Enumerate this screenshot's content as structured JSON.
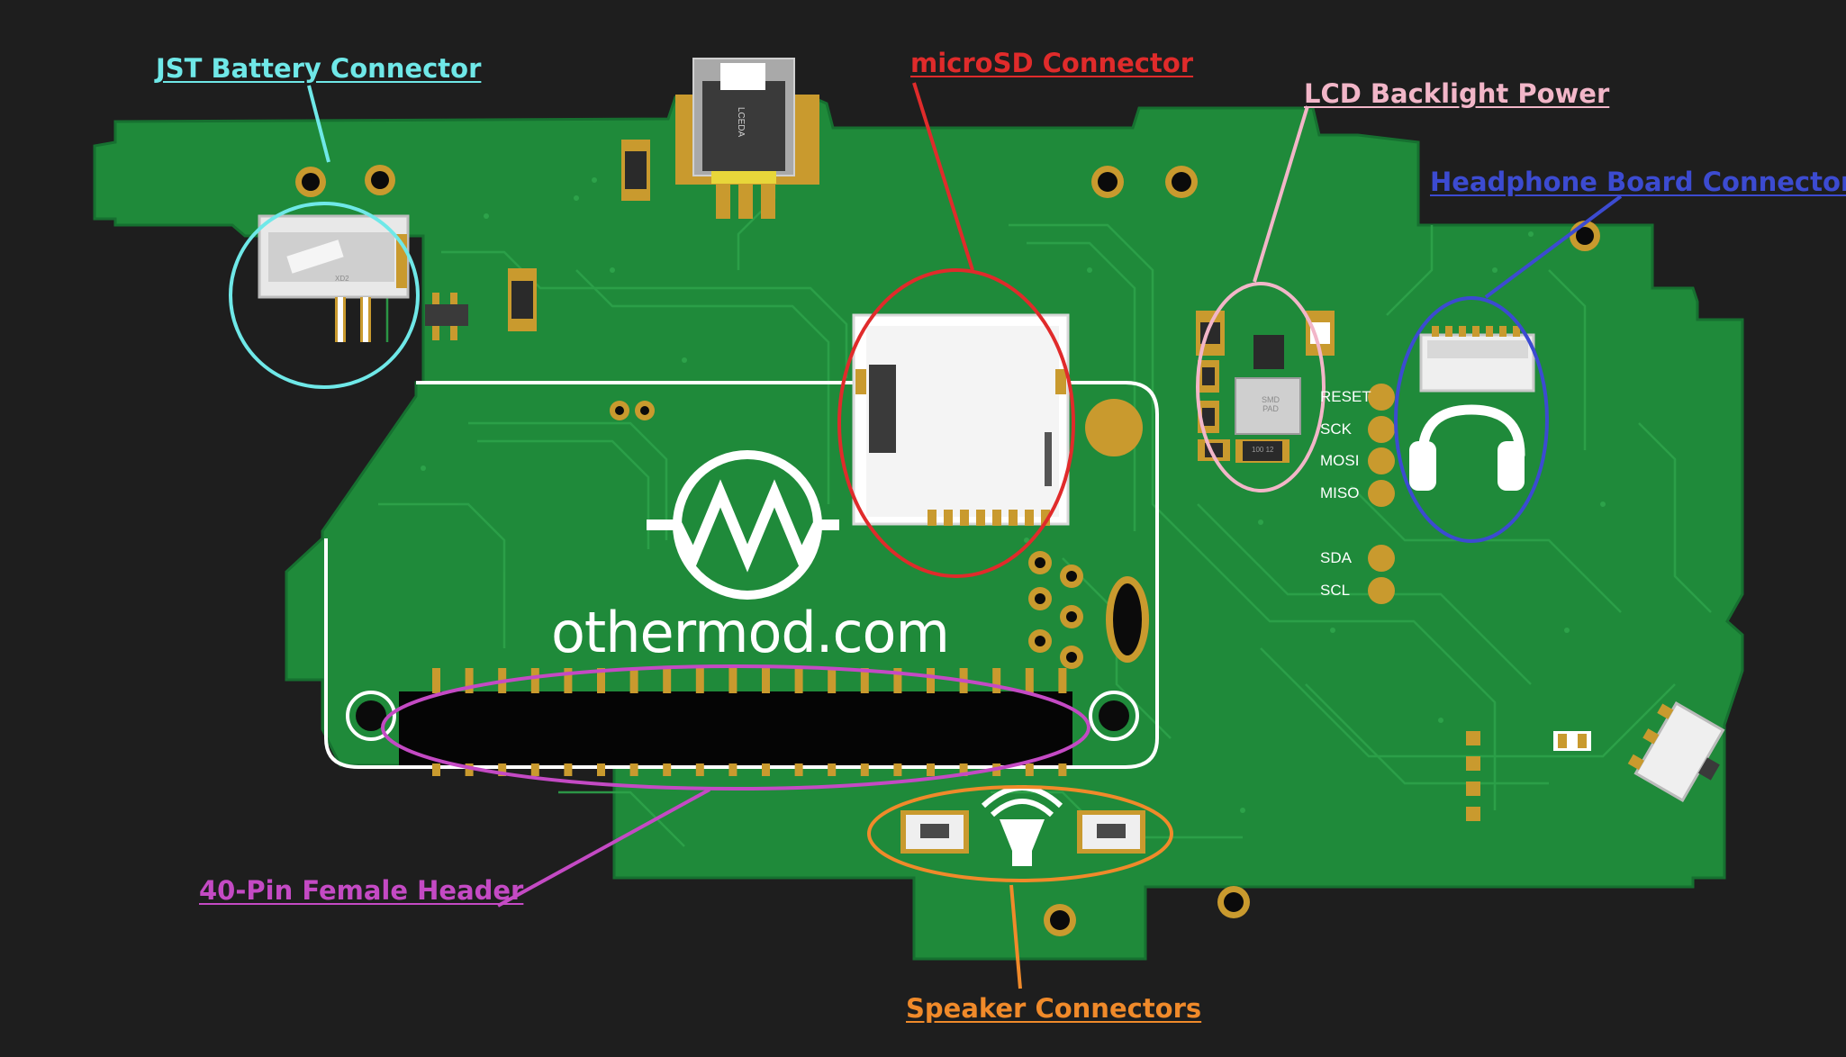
{
  "callouts": {
    "jst_battery": {
      "label": "JST Battery Connector",
      "color": "#6fe8e8"
    },
    "microsd": {
      "label": "microSD Connector",
      "color": "#e02b2b"
    },
    "lcd_backlight": {
      "label": "LCD Backlight Power",
      "color": "#f2b6c8"
    },
    "headphone_board": {
      "label": "Headphone Board Connector",
      "color": "#3c4bd1"
    },
    "pin_header": {
      "label": "40-Pin Female Header",
      "color": "#c44ac4"
    },
    "speaker": {
      "label": "Speaker Connectors",
      "color": "#f08a2a"
    }
  },
  "pads": {
    "reset": "RESET",
    "sck": "SCK",
    "mosi": "MOSI",
    "miso": "MISO",
    "sda": "SDA",
    "scl": "SCL"
  },
  "logo": {
    "text": "othermod.com"
  },
  "component_text": {
    "usb_marking": "LCEDA",
    "inductor_marking": "SMD PAD",
    "ic_marking": "100 12",
    "jst_marking": "XD2"
  },
  "colors": {
    "background": "#1e1e1e",
    "pcb": "#1f8a3a",
    "copper": "#c99a2e",
    "silkscreen": "#ffffff"
  }
}
